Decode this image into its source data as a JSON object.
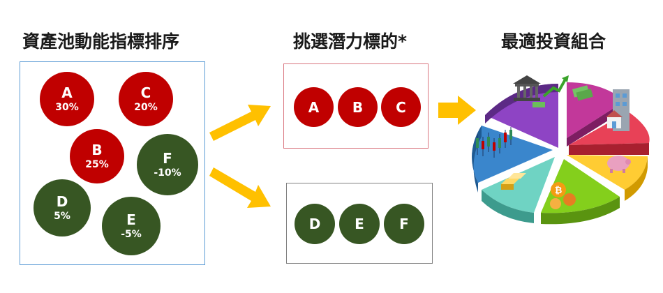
{
  "titles": {
    "pool": "資產池動能指標排序",
    "pick": "挑選潛力標的*",
    "portfolio": "最適投資組合"
  },
  "pool_assets": [
    {
      "label": "A",
      "pct": "30%",
      "color": "#c00000"
    },
    {
      "label": "C",
      "pct": "20%",
      "color": "#c00000"
    },
    {
      "label": "B",
      "pct": "25%",
      "color": "#c00000"
    },
    {
      "label": "F",
      "pct": "-10%",
      "color": "#375623"
    },
    {
      "label": "D",
      "pct": "5%",
      "color": "#375623"
    },
    {
      "label": "E",
      "pct": "-5%",
      "color": "#375623"
    }
  ],
  "selected": [
    {
      "label": "A"
    },
    {
      "label": "B"
    },
    {
      "label": "C"
    }
  ],
  "rejected": [
    {
      "label": "D"
    },
    {
      "label": "E"
    },
    {
      "label": "F"
    }
  ],
  "colors": {
    "positive": "#c00000",
    "negative": "#375623",
    "arrow": "#ffc000",
    "pool_border": "#5b9bd5",
    "selected_border": "#c00000",
    "rejected_border": "#7f7f7f"
  },
  "pie_segments": [
    {
      "name": "purple",
      "color": "#7030a0"
    },
    {
      "name": "magenta",
      "color": "#b4278c"
    },
    {
      "name": "red",
      "color": "#e0304a"
    },
    {
      "name": "yellow",
      "color": "#ffc000"
    },
    {
      "name": "green",
      "color": "#7cc618"
    },
    {
      "name": "teal",
      "color": "#5ec8b8"
    },
    {
      "name": "blue",
      "color": "#2e75b6"
    }
  ],
  "pie_icons": [
    "bank-icon",
    "banknote-icon",
    "building-icon",
    "piggy-bank-icon",
    "bitcoin-icon",
    "gold-bars-icon",
    "candlestick-chart-icon"
  ]
}
